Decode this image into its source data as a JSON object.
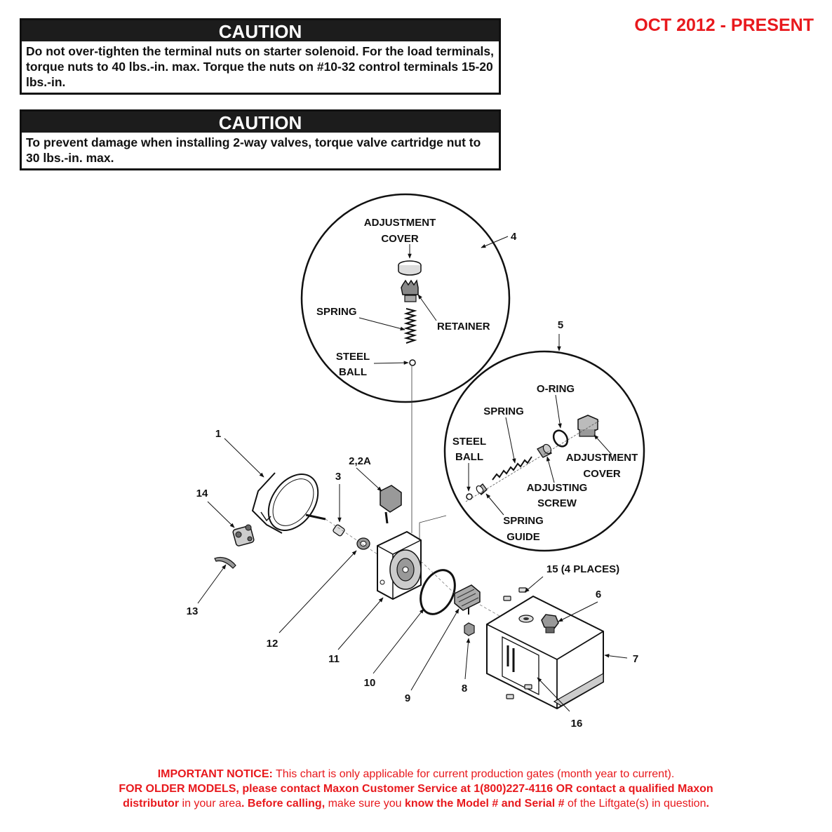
{
  "caution_1": {
    "heading": "CAUTION",
    "text": "Do not over-tighten the terminal nuts on starter solenoid. For the load terminals, torque nuts to 40 lbs.-in. max. Torque the nuts on #10-32 control terminals 15-20 lbs.-in."
  },
  "caution_2": {
    "heading": "CAUTION",
    "text": "To prevent damage when installing 2-way valves, torque valve cartridge nut to 30 lbs.-in. max."
  },
  "date_range": "OCT 2012 - PRESENT",
  "detail_4": {
    "callout": "4",
    "adjustment_cover_l1": "ADJUSTMENT",
    "adjustment_cover_l2": "COVER",
    "spring": "SPRING",
    "retainer": "RETAINER",
    "steel_ball_l1": "STEEL",
    "steel_ball_l2": "BALL"
  },
  "detail_5": {
    "callout": "5",
    "o_ring": "O-RING",
    "spring": "SPRING",
    "steel_ball_l1": "STEEL",
    "steel_ball_l2": "BALL",
    "adjustment_cover_l1": "ADJUSTMENT",
    "adjustment_cover_l2": "COVER",
    "adjusting_screw_l1": "ADJUSTING",
    "adjusting_screw_l2": "SCREW",
    "spring_guide_l1": "SPRING",
    "spring_guide_l2": "GUIDE"
  },
  "callouts": {
    "c1": "1",
    "c2": "2,2A",
    "c3": "3",
    "c6": "6",
    "c7": "7",
    "c8": "8",
    "c9": "9",
    "c10": "10",
    "c11": "11",
    "c12": "12",
    "c13": "13",
    "c14": "14",
    "c15": "15 (4 PLACES)",
    "c16": "16"
  },
  "notice": {
    "line1_bold": "IMPORTANT NOTICE:",
    "line1_rest": " This chart is only applicable for current production gates (month year to current).",
    "line2": "FOR OLDER MODELS, please contact Maxon Customer Service at 1(800)227-4116 OR contact a qualified Maxon",
    "line3_a": "distributor",
    "line3_b": " in your area",
    "line3_c": ". Before calling,",
    "line3_d": " make sure you ",
    "line3_e": "know the Model # and Serial #",
    "line3_f": " of the Liftgate(s) in question",
    "line3_g": "."
  },
  "colors": {
    "notice_red": "#e8191d",
    "caution_bar": "#1c1c1c",
    "line_art": "#111111"
  }
}
